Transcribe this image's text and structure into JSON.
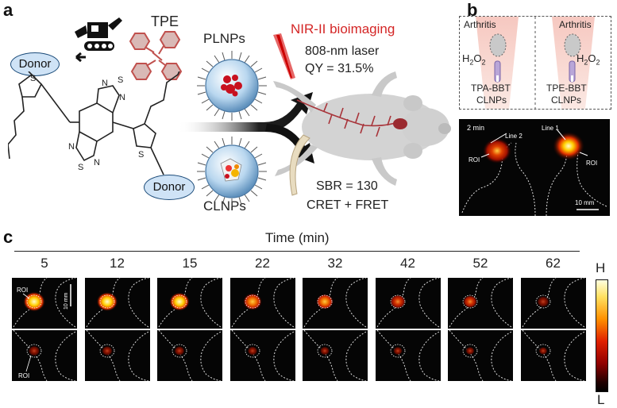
{
  "panel_a": {
    "letter": "a",
    "tpe_label": "TPE",
    "donor_top": "Donor",
    "donor_bottom": "Donor",
    "plnps_label": "PLNPs",
    "clnps_label": "CLNPs",
    "nir_title": "NIR-II bioimaging",
    "laser_text": "808-nm laser",
    "qy_text": "QY = 31.5%",
    "sbr_text": "SBR = 130",
    "mech_text": "CRET + FRET",
    "atom_n": "N",
    "atom_s": "S"
  },
  "panel_b": {
    "letter": "b",
    "arthritis_left": "Arthritis",
    "arthritis_right": "Arthritis",
    "h2o2": "H",
    "h2o2_sub": "2",
    "h2o2_o": "O",
    "left_probe_line1": "TPA-BBT",
    "left_probe_line2": "CLNPs",
    "right_probe_line1": "TPE-BBT",
    "right_probe_line2": "CLNPs",
    "time_label": "2 min",
    "line2_label": "Line 2",
    "line1_label": "Line 1",
    "roi_left": "ROI",
    "roi_right": "ROI",
    "scale_label": "10 mm"
  },
  "panel_c": {
    "letter": "c",
    "axis_title": "Time (min)",
    "timepoints": [
      "5",
      "12",
      "15",
      "22",
      "32",
      "42",
      "52",
      "62"
    ],
    "top_intensity": [
      1.0,
      0.95,
      0.9,
      0.8,
      0.7,
      0.6,
      0.5,
      0.4
    ],
    "bottom_intensity": [
      0.35,
      0.3,
      0.28,
      0.25,
      0.22,
      0.2,
      0.18,
      0.16
    ],
    "roi_top": "ROI",
    "roi_bottom": "ROI",
    "scale_label": "10 mm",
    "colorbar_high": "H",
    "colorbar_low": "L",
    "colors": {
      "glow_core": "#fffad0",
      "glow_mid": "#ffb400",
      "glow_outer": "#d81a00",
      "glow_dim": "#8a0f00"
    }
  }
}
